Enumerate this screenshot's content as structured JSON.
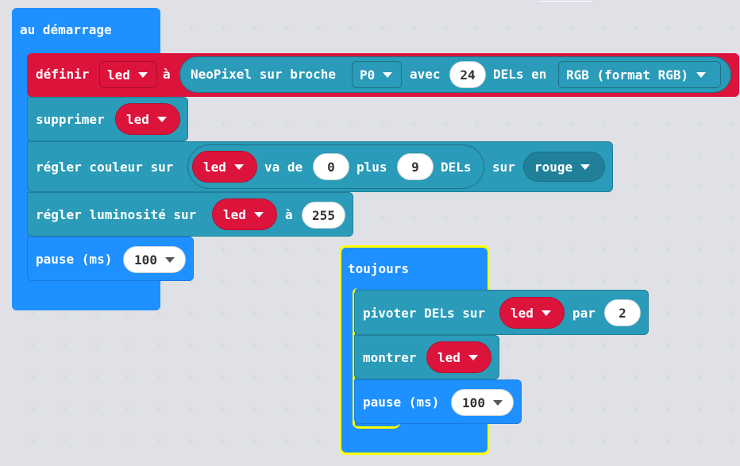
{
  "colors": {
    "event_block": "#1e90ff",
    "neopixel_block": "#2a9bb8",
    "variable_pill": "#dc143c",
    "highlight_outline": "#ffff00"
  },
  "start_block": {
    "label": "au démarrage",
    "set_var": {
      "label": "définir",
      "variable": "led",
      "to": "à",
      "create": {
        "label": "NeoPixel sur broche",
        "pin": "P0",
        "with": "avec",
        "count": "24",
        "leds_in": "DELs en",
        "mode": "RGB (format RGB)"
      }
    },
    "clear": {
      "label": "supprimer",
      "variable": "led"
    },
    "set_color": {
      "label": "régler couleur sur",
      "variable": "led",
      "range_from": "va de",
      "start": "0",
      "plus": "plus",
      "length": "9",
      "leds": "DELs",
      "on": "sur",
      "color": "rouge"
    },
    "set_brightness": {
      "label": "régler luminosité sur",
      "variable": "led",
      "to": "à",
      "value": "255"
    },
    "pause": {
      "label": "pause (ms)",
      "value": "100"
    }
  },
  "forever_block": {
    "label": "toujours",
    "rotate": {
      "label": "pivoter DELs sur",
      "variable": "led",
      "by": "par",
      "value": "2"
    },
    "show": {
      "label": "montrer",
      "variable": "led"
    },
    "pause": {
      "label": "pause (ms)",
      "value": "100"
    }
  },
  "icons": {
    "dropdown": "caret-down-icon"
  }
}
